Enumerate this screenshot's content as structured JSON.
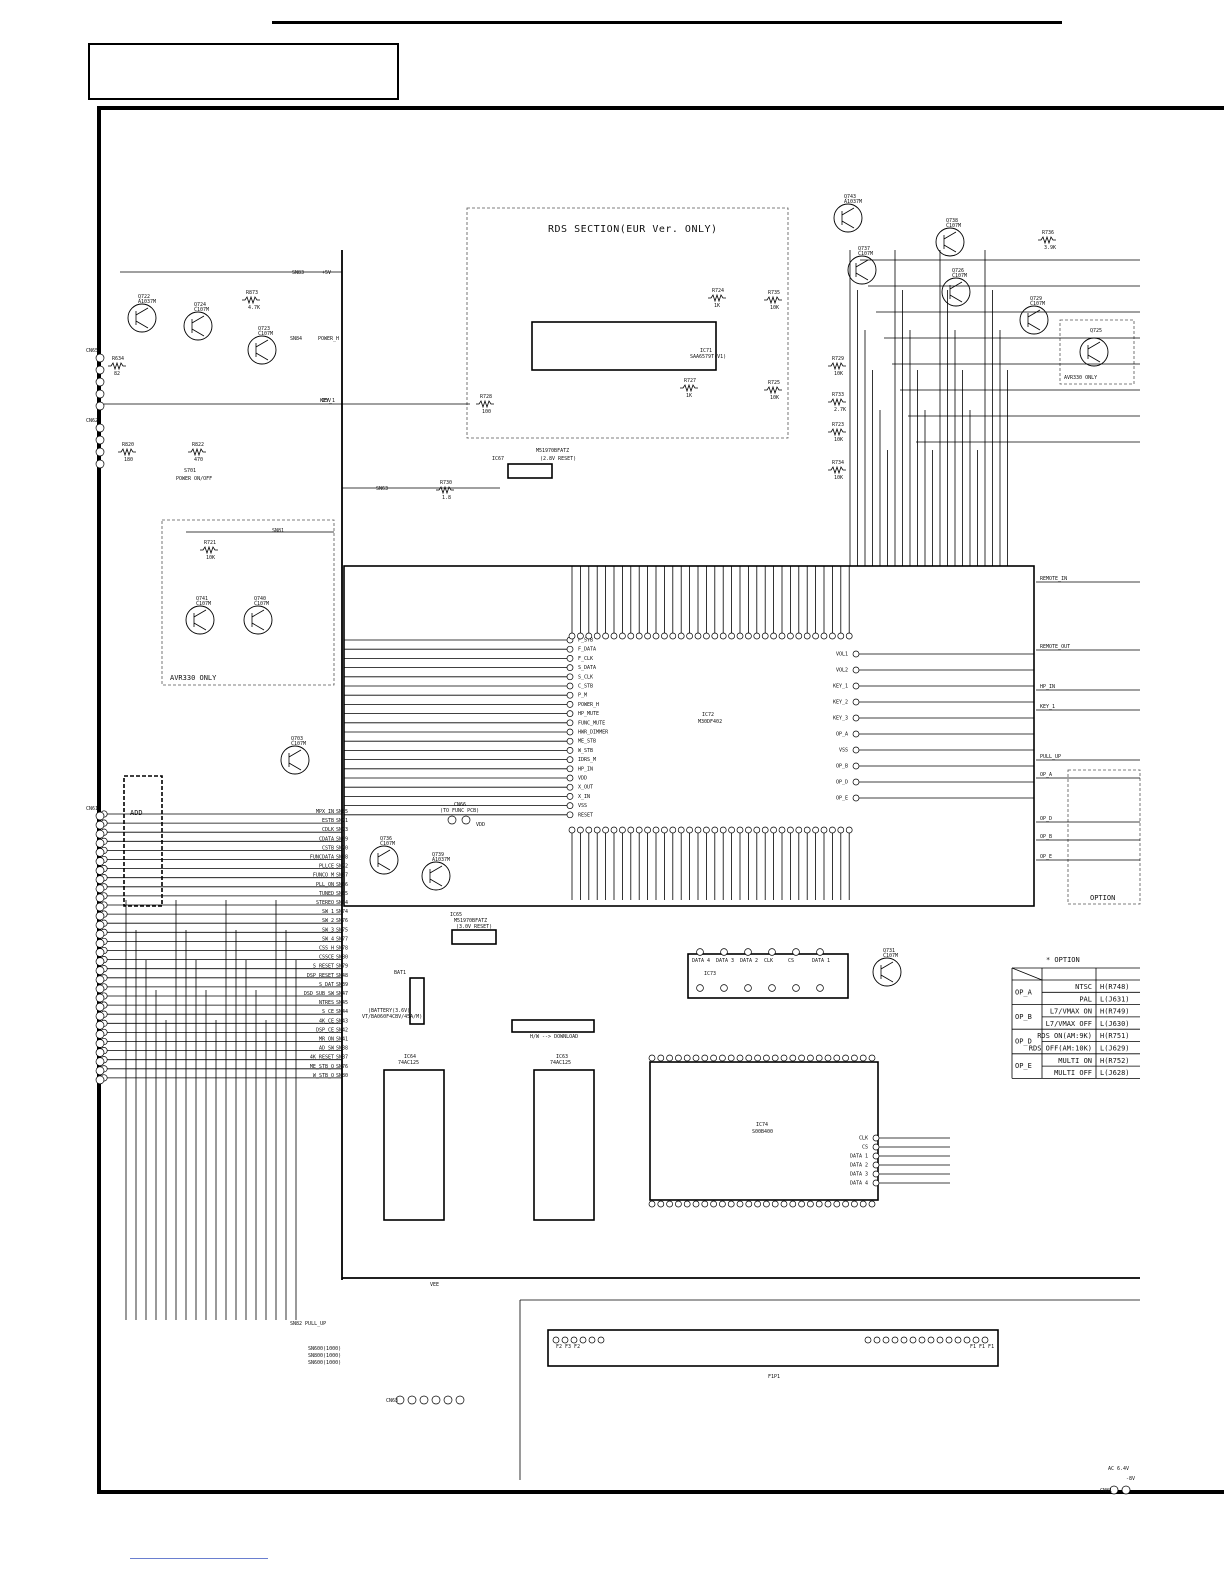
{
  "rds_section": {
    "label": "RDS SECTION(EUR Ver. ONLY)",
    "ic": "IC71",
    "ic_part": "SAA6579T(V1)"
  },
  "avr330_box": {
    "label": "AVR330 ONLY"
  },
  "avr330_box_right": {
    "label": "AVR330 ONLY"
  },
  "add_box": {
    "label": "ADD"
  },
  "option_box": {
    "label": "OPTION"
  },
  "ic72": {
    "ref": "IC72",
    "part": "M30DF402"
  },
  "ic74": {
    "ref": "IC74",
    "part": "S00B400"
  },
  "ic73": {
    "ref": "IC73"
  },
  "ic67": {
    "ref": "IC67",
    "part": "M51970BFATZ",
    "note": "(2.8V RESET)"
  },
  "ic65": {
    "ref": "IC65",
    "part": "M51970BFATZ",
    "note": "(3.0V RESET)"
  },
  "ic64": {
    "ref": "IC64",
    "part": "74AC125"
  },
  "ic63": {
    "ref": "IC63",
    "part": "74AC125"
  },
  "cn66": {
    "ref": "CN66",
    "note": "(TO FUNC PCB)"
  },
  "battery": {
    "ref": "BAT1",
    "label": "(BATTERY(3.6V)",
    "part": "VT/BA060F4CBV/45A/M)"
  },
  "download": {
    "label": "H/W --> DOWNLOAD"
  },
  "power_switch": {
    "ref": "S701",
    "label": "POWER ON/OFF"
  },
  "transistors": [
    {
      "ref": "Q722",
      "part": "A1037M"
    },
    {
      "ref": "Q724",
      "part": "C107M"
    },
    {
      "ref": "Q723",
      "part": "C107M"
    },
    {
      "ref": "Q741",
      "part": "C107M"
    },
    {
      "ref": "Q740",
      "part": "C107M"
    },
    {
      "ref": "Q703",
      "part": "C107M"
    },
    {
      "ref": "Q736",
      "part": "C107M"
    },
    {
      "ref": "Q739",
      "part": "A1037M"
    },
    {
      "ref": "Q743",
      "part": "A1037M"
    },
    {
      "ref": "Q737",
      "part": "C107M"
    },
    {
      "ref": "Q738",
      "part": "C107M"
    },
    {
      "ref": "Q726",
      "part": "C107M"
    },
    {
      "ref": "Q729",
      "part": "C107M"
    },
    {
      "ref": "Q725"
    },
    {
      "ref": "Q731",
      "part": "C107M"
    }
  ],
  "resistors": [
    {
      "ref": "R634",
      "value": "82"
    },
    {
      "ref": "R873",
      "value": "4.7K"
    },
    {
      "ref": "R728",
      "value": "100"
    },
    {
      "ref": "R724",
      "value": "1K"
    },
    {
      "ref": "R727",
      "value": "1K"
    },
    {
      "ref": "R735",
      "value": "10K"
    },
    {
      "ref": "R725",
      "value": "10K"
    },
    {
      "ref": "R729",
      "value": "10K"
    },
    {
      "ref": "R733",
      "value": "2.7K"
    },
    {
      "ref": "R723",
      "value": "10K"
    },
    {
      "ref": "R734",
      "value": "10K"
    },
    {
      "ref": "R730",
      "value": "1.8"
    },
    {
      "ref": "R736",
      "value": "3.9K"
    },
    {
      "ref": "R721",
      "value": "10K"
    },
    {
      "ref": "R820",
      "value": "180"
    },
    {
      "ref": "R822",
      "value": "470"
    }
  ],
  "left_bus_signals": [
    "MPX_IN",
    "ESTB",
    "CDLK",
    "CDATA",
    "CSTB",
    "FUNCDATA",
    "PLLCE",
    "FUNCO_M",
    "PLL_ON",
    "TUNED",
    "STEREO",
    "SW_1",
    "SW_2",
    "SW_3",
    "SW_4",
    "CSS_H",
    "CSSCE",
    "S_RESET",
    "DSP_RESET",
    "S_DAT",
    "DSD_SUB_SW",
    "NTRES",
    "S_CE",
    "4K_CE",
    "DSP_CE",
    "MR_ON",
    "AD_SW",
    "4K_RESET",
    "ME_STB_O",
    "W_STB_O"
  ],
  "left_bus_nets": [
    "SN85",
    "SN71",
    "SN73",
    "SN69",
    "SN70",
    "SN68",
    "SN72",
    "SN67",
    "SN66",
    "SN65",
    "SN64",
    "SN74",
    "SN76",
    "SN75",
    "SN77",
    "SN78",
    "SN80",
    "SN79",
    "SN48",
    "SN39",
    "SN47",
    "SN45",
    "SN44",
    "SN43",
    "SN42",
    "SN41",
    "SN38",
    "SN37",
    "SN76",
    "SN80"
  ],
  "ic72_left_pins": [
    "F_STB",
    "F_DATA",
    "F_CLK",
    "S_DATA",
    "S_CLK",
    "C_STB",
    "P_M",
    "POWER_H",
    "HP_MUTE",
    "FUNC_MUTE",
    "HWR_DIMMER",
    "ME_STB",
    "W_STB",
    "IDRS_M",
    "HP_IN",
    "VDD",
    "X_OUT",
    "X_IN",
    "VSS",
    "RESET"
  ],
  "ic72_right_pins": [
    "VOL1",
    "VOL2",
    "KEY_1",
    "KEY_2",
    "KEY_3",
    "OP_A",
    "VSS",
    "OP_B",
    "OP_D",
    "OP_E"
  ],
  "ic74_right_pins": [
    "CLK",
    "CS",
    "DATA 1",
    "DATA 2",
    "DATA 3",
    "DATA 4"
  ],
  "ic73_pins": [
    "DATA 4",
    "DATA 3",
    "DATA 2",
    "CLK",
    "CS",
    "DATA 1"
  ],
  "right_signals": [
    "REMOTE_IN",
    "REMOTE_OUT",
    "HP_IN",
    "KEY_1",
    "PULL_UP",
    "OP_A",
    "OP_D",
    "OP_B",
    "OP_E"
  ],
  "option_table": {
    "title": "* OPTION",
    "rows": [
      {
        "group": "OP_A",
        "name": "NTSC",
        "setting": "H(R748)"
      },
      {
        "group": "OP_A",
        "name": "PAL",
        "setting": "L(J631)"
      },
      {
        "group": "OP_B",
        "name": "L7/VMAX ON",
        "setting": "H(R749)"
      },
      {
        "group": "OP_B",
        "name": "L7/VMAX OFF",
        "setting": "L(J630)"
      },
      {
        "group": "OP_D",
        "name": "RDS ON(AM:9K)",
        "setting": "H(R751)"
      },
      {
        "group": "OP_D",
        "name": "RDS OFF(AM:10K)",
        "setting": "L(J629)"
      },
      {
        "group": "OP_E",
        "name": "MULTI ON",
        "setting": "H(R752)"
      },
      {
        "group": "OP_E",
        "name": "MULTI OFF",
        "setting": "L(J628)"
      }
    ]
  },
  "supply_labels": [
    "+5V",
    "D5V",
    "SN81",
    "SN83",
    "SN84",
    "SN63",
    "POWER_H",
    "KEY_1",
    "VDD",
    "VEE"
  ],
  "connectors": [
    {
      "ref": "CN65"
    },
    {
      "ref": "CN62"
    },
    {
      "ref": "CN61"
    },
    {
      "ref": "CN63"
    },
    {
      "ref": "CN81"
    }
  ],
  "bottom_misc": [
    "SN82 PULL_UP",
    "SN600(1000)",
    "SN800(1000)",
    "SN600(1000)",
    "F2 F3 F2",
    "F1 F1 F1",
    "F1P1",
    "AC 6.4V",
    "-8V"
  ]
}
